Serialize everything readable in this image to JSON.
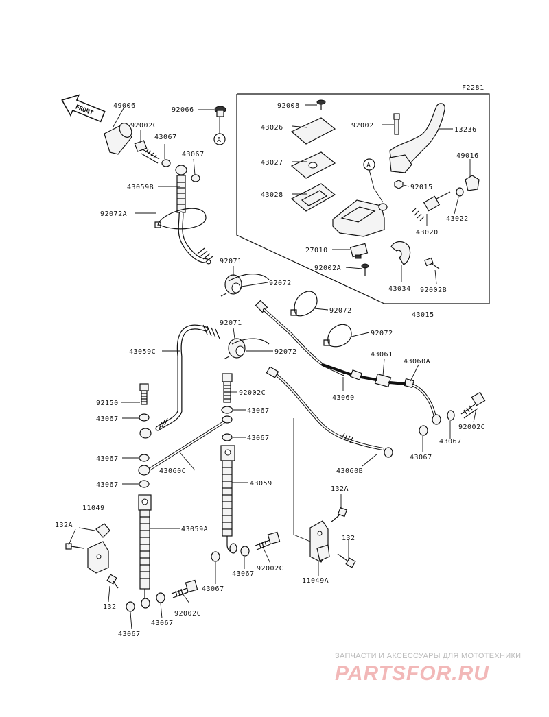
{
  "diagram_code": "F2281",
  "front_label": "FRONT",
  "ref_marker": "A",
  "labels": {
    "p49006": "49006",
    "p92066": "92066",
    "p92002c_a": "92002C",
    "p43067_a": "43067",
    "p43067_b": "43067",
    "p43059b": "43059B",
    "p92072a": "92072A",
    "p92071_a": "92071",
    "p92072_a": "92072",
    "p92072_b": "92072",
    "p92071_b": "92071",
    "p92072_c": "92072",
    "p92072_d": "92072",
    "p43059c": "43059C",
    "p92150": "92150",
    "p43067_c": "43067",
    "p92002c_b": "92002C",
    "p43067_d": "43067",
    "p43067_e": "43067",
    "p43067_f": "43067",
    "p43060c": "43060C",
    "p43067_g": "43067",
    "p43059": "43059",
    "p132a_l": "132A",
    "p11049": "11049",
    "p43059a": "43059A",
    "p132_l": "132",
    "p43067_h": "43067",
    "p43067_i": "43067",
    "p92002c_c": "92002C",
    "p43067_j": "43067",
    "p43067_k": "43067",
    "p92002c_d": "92002C",
    "p132a_r": "132A",
    "p132_r": "132",
    "p11049a": "11049A",
    "p43060": "43060",
    "p43061": "43061",
    "p43060a": "43060A",
    "p43060b": "43060B",
    "p92002c_e": "92002C",
    "p43067_l": "43067",
    "p43067_m": "43067",
    "p92008": "92008",
    "p43026": "43026",
    "p43027": "43027",
    "p43028": "43028",
    "p92002": "92002",
    "p13236": "13236",
    "p49016": "49016",
    "p92015": "92015",
    "p43022": "43022",
    "p43020": "43020",
    "p27010": "27010",
    "p92002a": "92002A",
    "p43034": "43034",
    "p92002b": "92002B",
    "p43015": "43015"
  },
  "watermark": {
    "line1": "ЗАПЧАСТИ И АКСЕССУАРЫ ДЛЯ МОТОТЕХНИКИ",
    "line2": "PARTSFOR.RU"
  }
}
